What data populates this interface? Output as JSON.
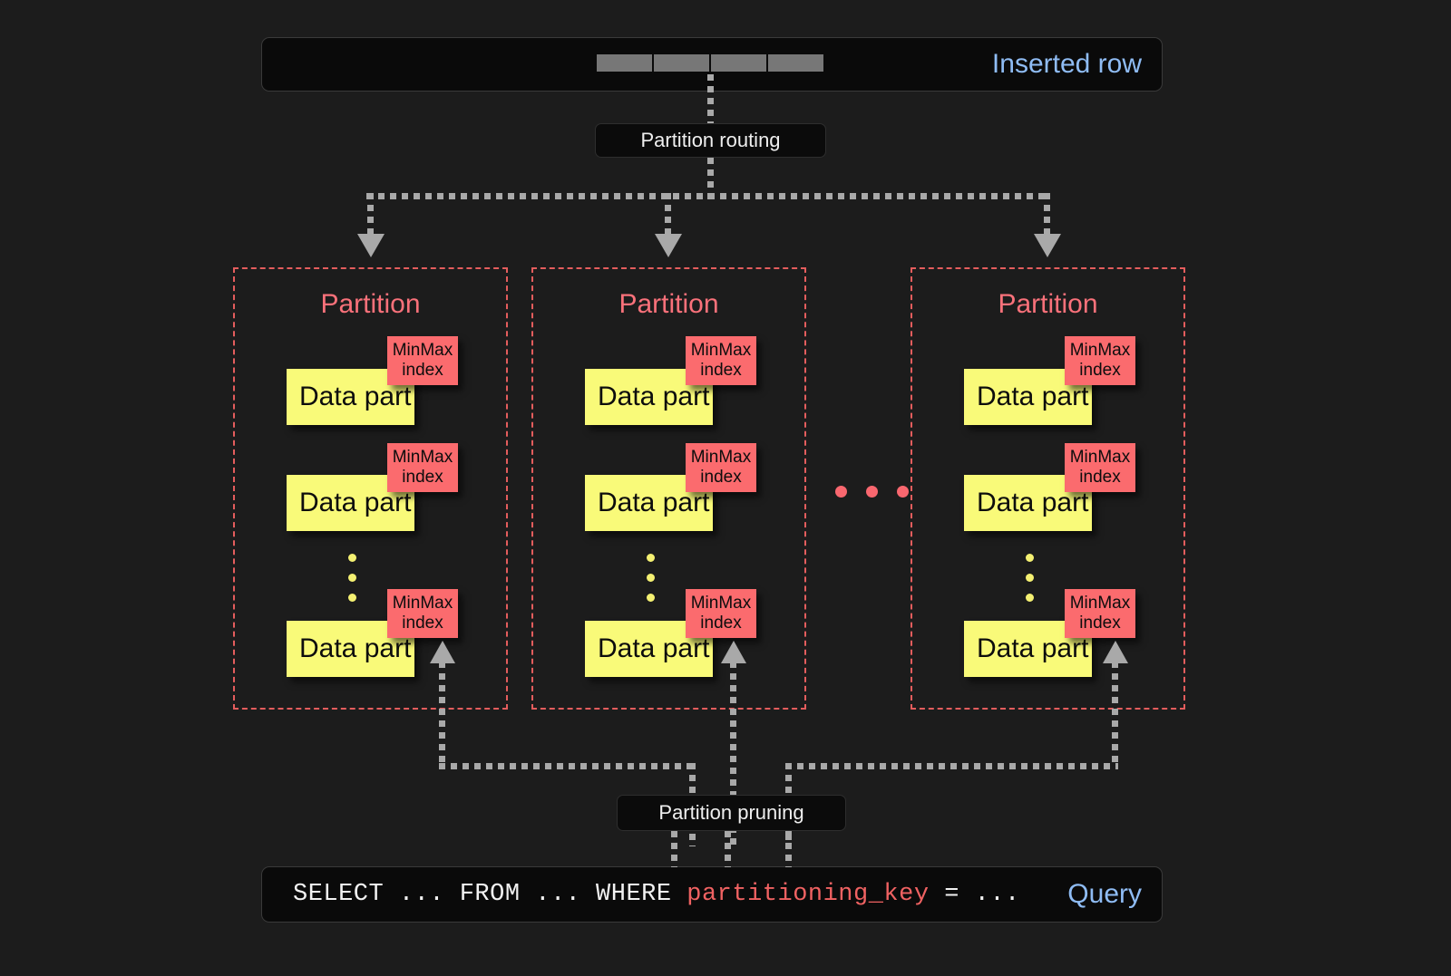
{
  "inserted_row": {
    "label": "Inserted row",
    "cell_count": 4,
    "label_color": "#8fbcf4"
  },
  "partition_routing": {
    "label": "Partition routing"
  },
  "partitions": [
    {
      "title": "Partition",
      "parts": [
        {
          "part_label": "Data part",
          "index_line1": "MinMax",
          "index_line2": "index"
        },
        {
          "part_label": "Data part",
          "index_line1": "MinMax",
          "index_line2": "index"
        },
        {
          "part_label": "Data part",
          "index_line1": "MinMax",
          "index_line2": "index"
        }
      ]
    },
    {
      "title": "Partition",
      "parts": [
        {
          "part_label": "Data part",
          "index_line1": "MinMax",
          "index_line2": "index"
        },
        {
          "part_label": "Data part",
          "index_line1": "MinMax",
          "index_line2": "index"
        },
        {
          "part_label": "Data part",
          "index_line1": "MinMax",
          "index_line2": "index"
        }
      ]
    },
    {
      "title": "Partition",
      "parts": [
        {
          "part_label": "Data part",
          "index_line1": "MinMax",
          "index_line2": "index"
        },
        {
          "part_label": "Data part",
          "index_line1": "MinMax",
          "index_line2": "index"
        },
        {
          "part_label": "Data part",
          "index_line1": "MinMax",
          "index_line2": "index"
        }
      ]
    }
  ],
  "partition_ellipsis": {
    "dot_count": 3,
    "color": "#f9676f"
  },
  "partition_pruning": {
    "label": "Partition pruning"
  },
  "query": {
    "label": "Query",
    "text_before": "SELECT ... FROM ... WHERE ",
    "keyword": "partitioning_key",
    "text_after": " = ...",
    "label_color": "#8fbcf4",
    "keyword_color": "#f06262"
  },
  "colors": {
    "background": "#1c1c1c",
    "data_part": "#f9fa79",
    "minmax_index": "#fb6b6e",
    "partition_border": "#e45d5d",
    "connector": "#a9a9a9",
    "row_cell": "#777777"
  }
}
